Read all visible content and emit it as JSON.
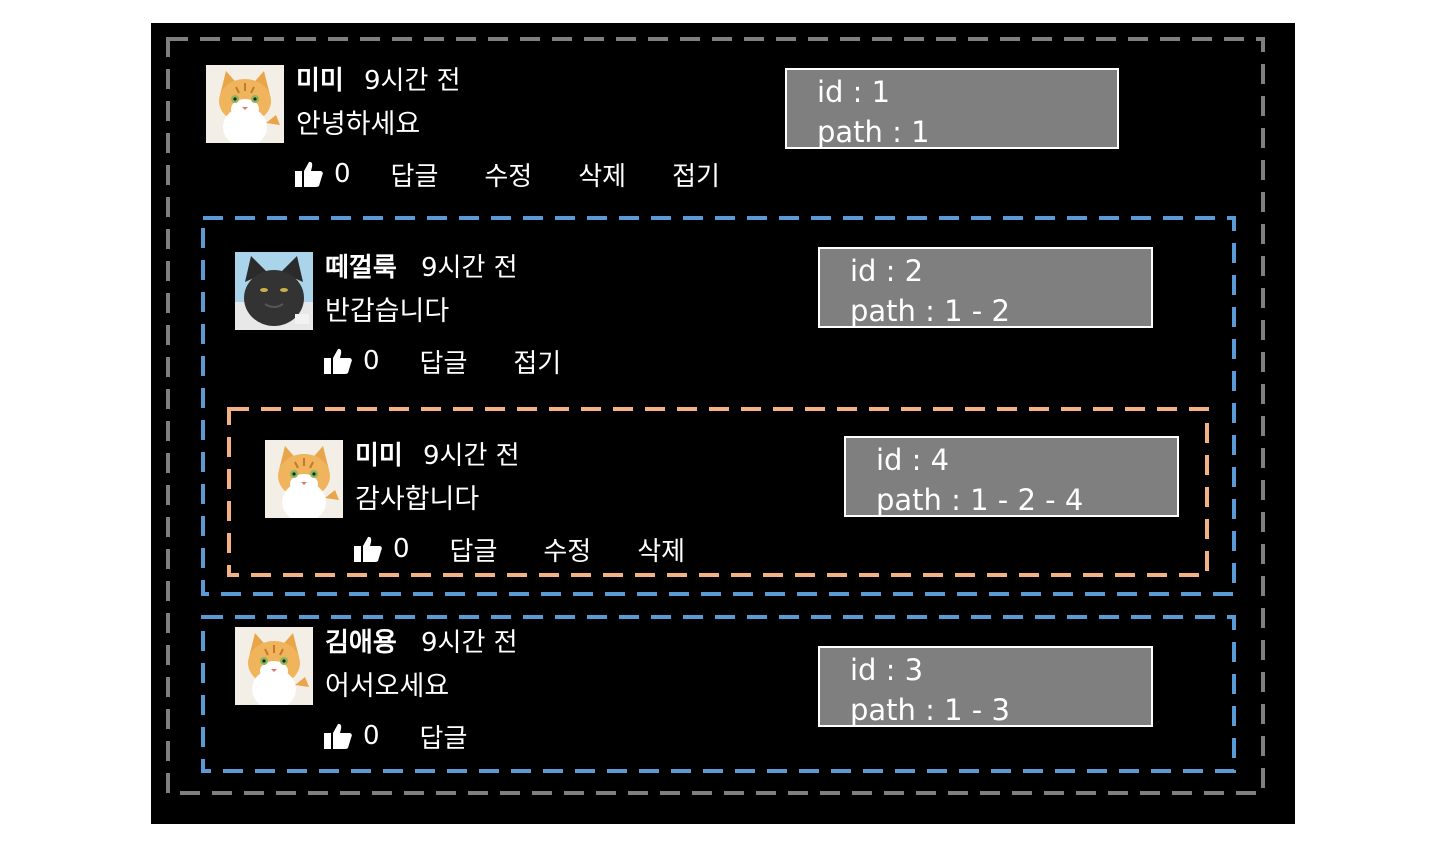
{
  "colors": {
    "background": "#000000",
    "outer_frame": "#7f7f7f",
    "level1_frame": "#5b9bd5",
    "level2_frame": "#f4b183",
    "id_box": "#7f7f7f"
  },
  "comments": [
    {
      "author": "미미",
      "time": "9시간 전",
      "text": "안녕하세요",
      "likes": "0",
      "actions": [
        "답글",
        "수정",
        "삭제",
        "접기"
      ],
      "id_label": "id : 1",
      "path_label": "path : 1",
      "avatar": "orange-cat-avatar"
    },
    {
      "author": "떼껄룩",
      "time": "9시간 전",
      "text": "반갑습니다",
      "likes": "0",
      "actions": [
        "답글",
        "접기"
      ],
      "id_label": "id : 2",
      "path_label": "path : 1 - 2",
      "avatar": "black-cat-avatar"
    },
    {
      "author": "미미",
      "time": "9시간 전",
      "text": "감사합니다",
      "likes": "0",
      "actions": [
        "답글",
        "수정",
        "삭제"
      ],
      "id_label": "id : 4",
      "path_label": "path : 1 - 2 - 4",
      "avatar": "orange-cat-avatar"
    },
    {
      "author": "김애용",
      "time": "9시간 전",
      "text": "어서오세요",
      "likes": "0",
      "actions": [
        "답글"
      ],
      "id_label": "id : 3",
      "path_label": "path : 1 - 3",
      "avatar": "orange-cat-avatar"
    }
  ]
}
